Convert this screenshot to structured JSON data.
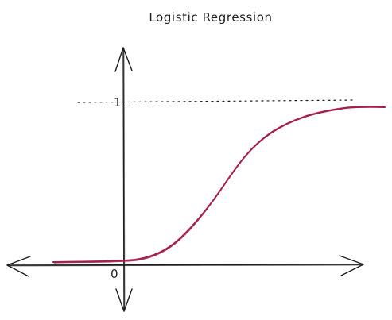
{
  "title": "Logistic Regression",
  "labels": {
    "y_one": "1",
    "origin": "0"
  },
  "colors": {
    "ink": "#1e1e1e",
    "curve": "#a61e4d",
    "background": "#ffffff"
  }
}
